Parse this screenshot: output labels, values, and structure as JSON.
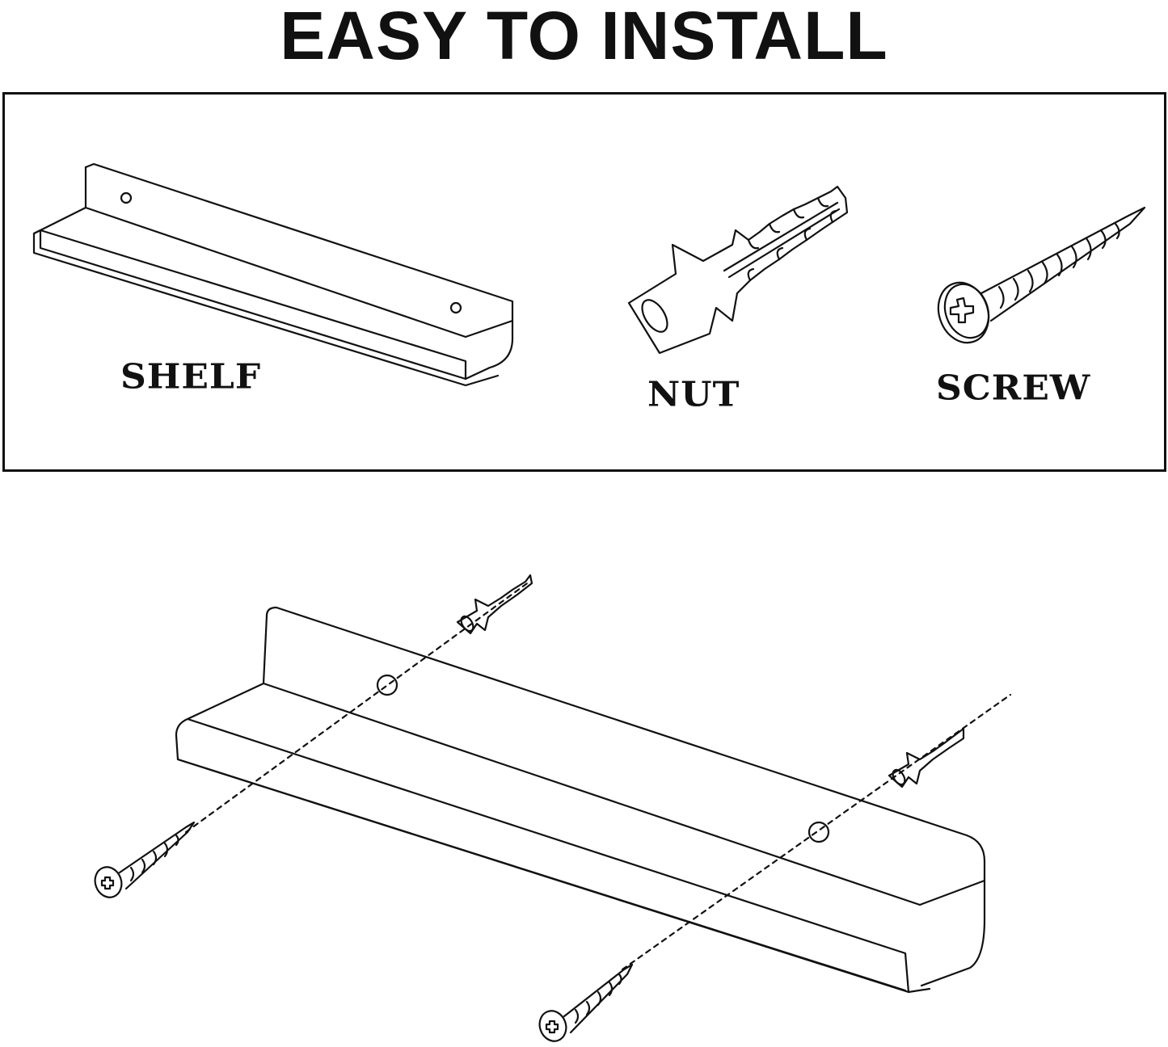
{
  "title": "EASY TO INSTALL",
  "parts": {
    "shelf_label": "SHELF",
    "nut_label": "NUT",
    "screw_label": "SCREW"
  },
  "icons": [
    "shelf-icon",
    "wall-anchor-icon",
    "screw-icon"
  ],
  "colors": {
    "ink": "#111111",
    "background": "#ffffff"
  }
}
